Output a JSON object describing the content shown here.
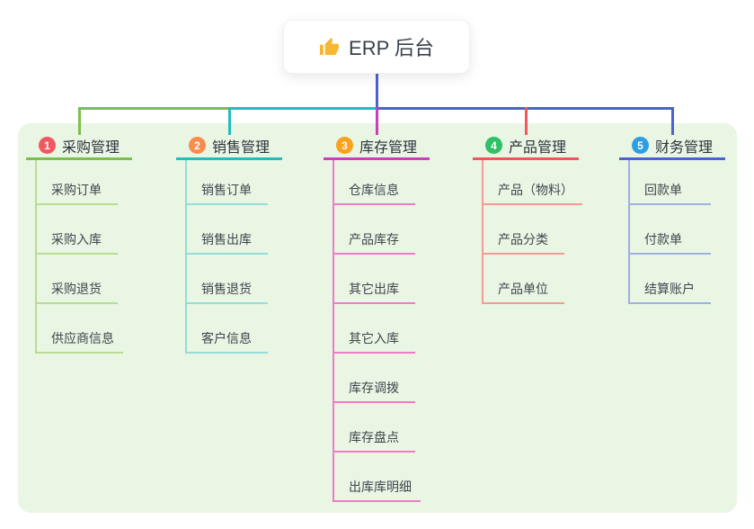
{
  "root": {
    "label": "ERP 后台",
    "icon": "thumbs-up-icon",
    "icon_color": "#f7b733",
    "connector_color": "#4a63d0"
  },
  "canvas": {
    "background": "#ffffff",
    "panel_background": "#e9f6e4"
  },
  "branches": [
    {
      "num": "1",
      "label": "采购管理",
      "badge_color": "#f25862",
      "line_color": "#7cbf4e",
      "child_line_color": "#b7dc92",
      "children": [
        {
          "label": "采购订单"
        },
        {
          "label": "采购入库"
        },
        {
          "label": "采购退货"
        },
        {
          "label": "供应商信息"
        }
      ]
    },
    {
      "num": "2",
      "label": "销售管理",
      "badge_color": "#fa8c4e",
      "line_color": "#23bdbd",
      "child_line_color": "#96dcd9",
      "children": [
        {
          "label": "销售订单"
        },
        {
          "label": "销售出库"
        },
        {
          "label": "销售退货"
        },
        {
          "label": "客户信息"
        }
      ]
    },
    {
      "num": "3",
      "label": "库存管理",
      "badge_color": "#f9a21b",
      "line_color": "#cd3ebc",
      "child_line_color": "#f17ac8",
      "children": [
        {
          "label": "仓库信息"
        },
        {
          "label": "产品库存"
        },
        {
          "label": "其它出库"
        },
        {
          "label": "其它入库"
        },
        {
          "label": "库存调拨"
        },
        {
          "label": "库存盘点"
        },
        {
          "label": "出库库明细"
        }
      ]
    },
    {
      "num": "4",
      "label": "产品管理",
      "badge_color": "#2ec065",
      "line_color": "#f0565c",
      "child_line_color": "#f49a96",
      "children": [
        {
          "label": "产品（物料）"
        },
        {
          "label": "产品分类"
        },
        {
          "label": "产品单位"
        }
      ]
    },
    {
      "num": "5",
      "label": "财务管理",
      "badge_color": "#2d9fe0",
      "line_color": "#4a63d0",
      "child_line_color": "#9fb0e3",
      "children": [
        {
          "label": "回款单"
        },
        {
          "label": "付款单"
        },
        {
          "label": "结算账户"
        }
      ]
    }
  ]
}
